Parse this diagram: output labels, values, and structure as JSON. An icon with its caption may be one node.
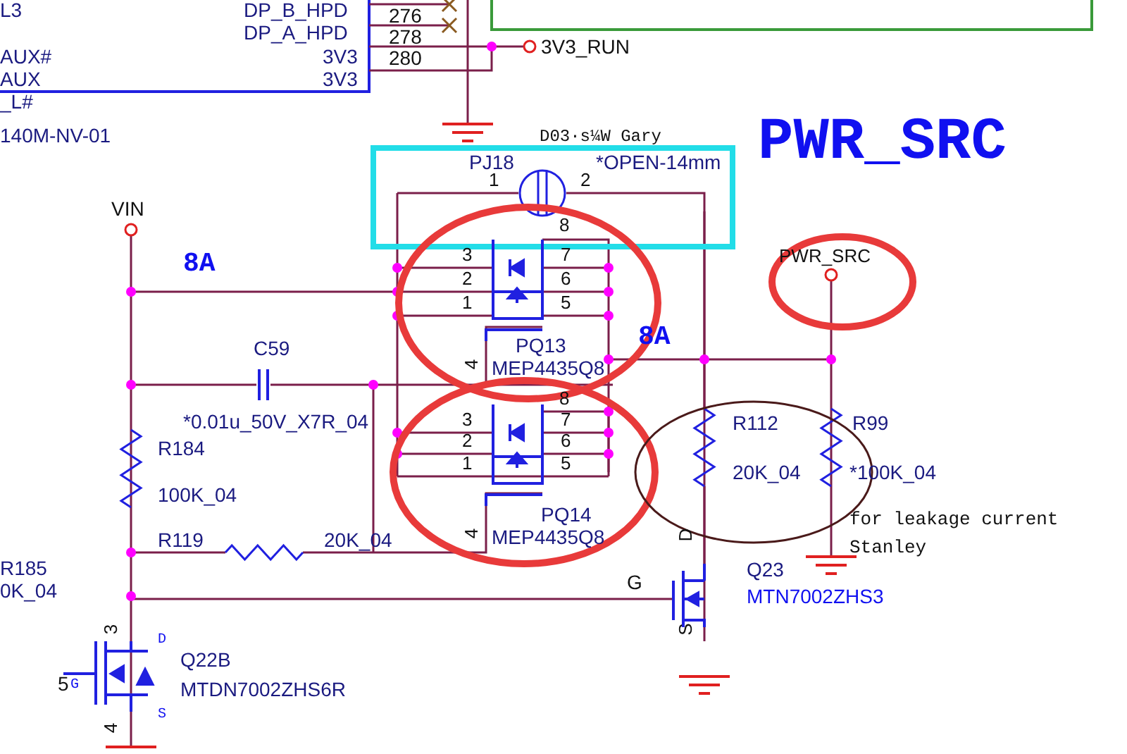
{
  "diagram": {
    "labels": [
      "L3",
      "DP_B_HPD",
      "276",
      "DP_A_HPD",
      "278",
      "AUX#",
      "3V3",
      "280",
      "3V3_RUN",
      "AUX",
      "3V3",
      "_L#",
      "140M-NV-01",
      "D03·s¼W Gary",
      "PWR_SRC",
      "PJ18",
      "*OPEN-14mm",
      "1",
      "2",
      "VIN",
      "8A",
      "8",
      "3",
      "7",
      "2",
      "6",
      "1",
      "5",
      "4",
      "PQ13",
      "MEP4435Q8",
      "C59",
      "*0.01u_50V_X7R_04",
      "8A",
      "PWR_SRC",
      "8",
      "3",
      "7",
      "2",
      "6",
      "1",
      "5",
      "4",
      "PQ14",
      "MEP4435Q8",
      "R112",
      "20K_04",
      "R99",
      "*100K_04",
      "R184",
      "100K_04",
      "for leakage current",
      "R119",
      "20K_04",
      "Stanley",
      "R185",
      "0K_04",
      "D",
      "G",
      "S",
      "Q23",
      "MTN7002ZHS3",
      "3",
      "D",
      "Q22B",
      "5",
      "G",
      "MTDN7002ZHS6R",
      "S",
      "4"
    ]
  }
}
